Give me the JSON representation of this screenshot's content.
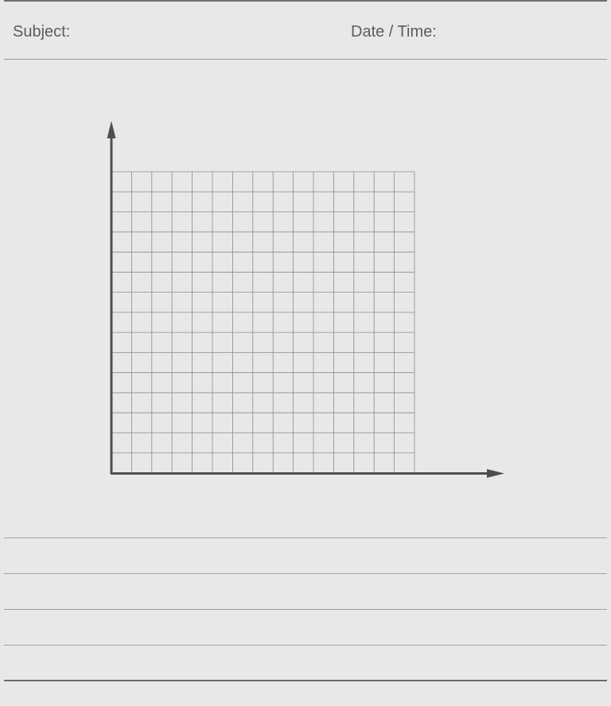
{
  "header": {
    "subject_label": "Subject:",
    "date_time_label": "Date / Time:"
  },
  "graph_paper": {
    "columns": 15,
    "rows": 15,
    "grid_color": "#8c8c8c",
    "axis_color": "#4f4f4f"
  },
  "notes": {
    "line_count": 4
  },
  "colors": {
    "background": "#e8e8e8",
    "text": "#5c5c5c"
  }
}
